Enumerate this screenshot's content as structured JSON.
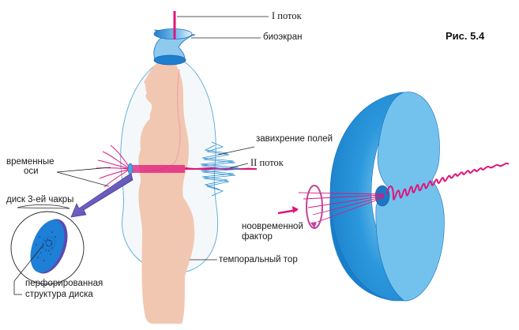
{
  "figure": {
    "number": "Рис. 5.4",
    "colors": {
      "flow": "#e0157a",
      "disk_dark": "#1e8ad6",
      "disk_light": "#73c2ee",
      "body": "#f2c7b1",
      "torus_fill": "#f4f8fa",
      "torus_line": "#5aa8d8",
      "vortex": "#2a8fd2",
      "arrow": "#5b4ab0"
    }
  },
  "labels": {
    "flow_1": "I поток",
    "bioscreen": "биоэкран",
    "field_vortex": "завихрение полей",
    "flow_2": "II поток",
    "time_axes_line1": "временные",
    "time_axes_line2": "оси",
    "chakra_disk": "диск 3-ей чакры",
    "perforated_line1": "перфорированная",
    "perforated_line2": "структура диска",
    "temporal_torus": "темпоральный тор",
    "nontemporal_line1": "нoовременной",
    "nontemporal_line2": "фактор"
  }
}
